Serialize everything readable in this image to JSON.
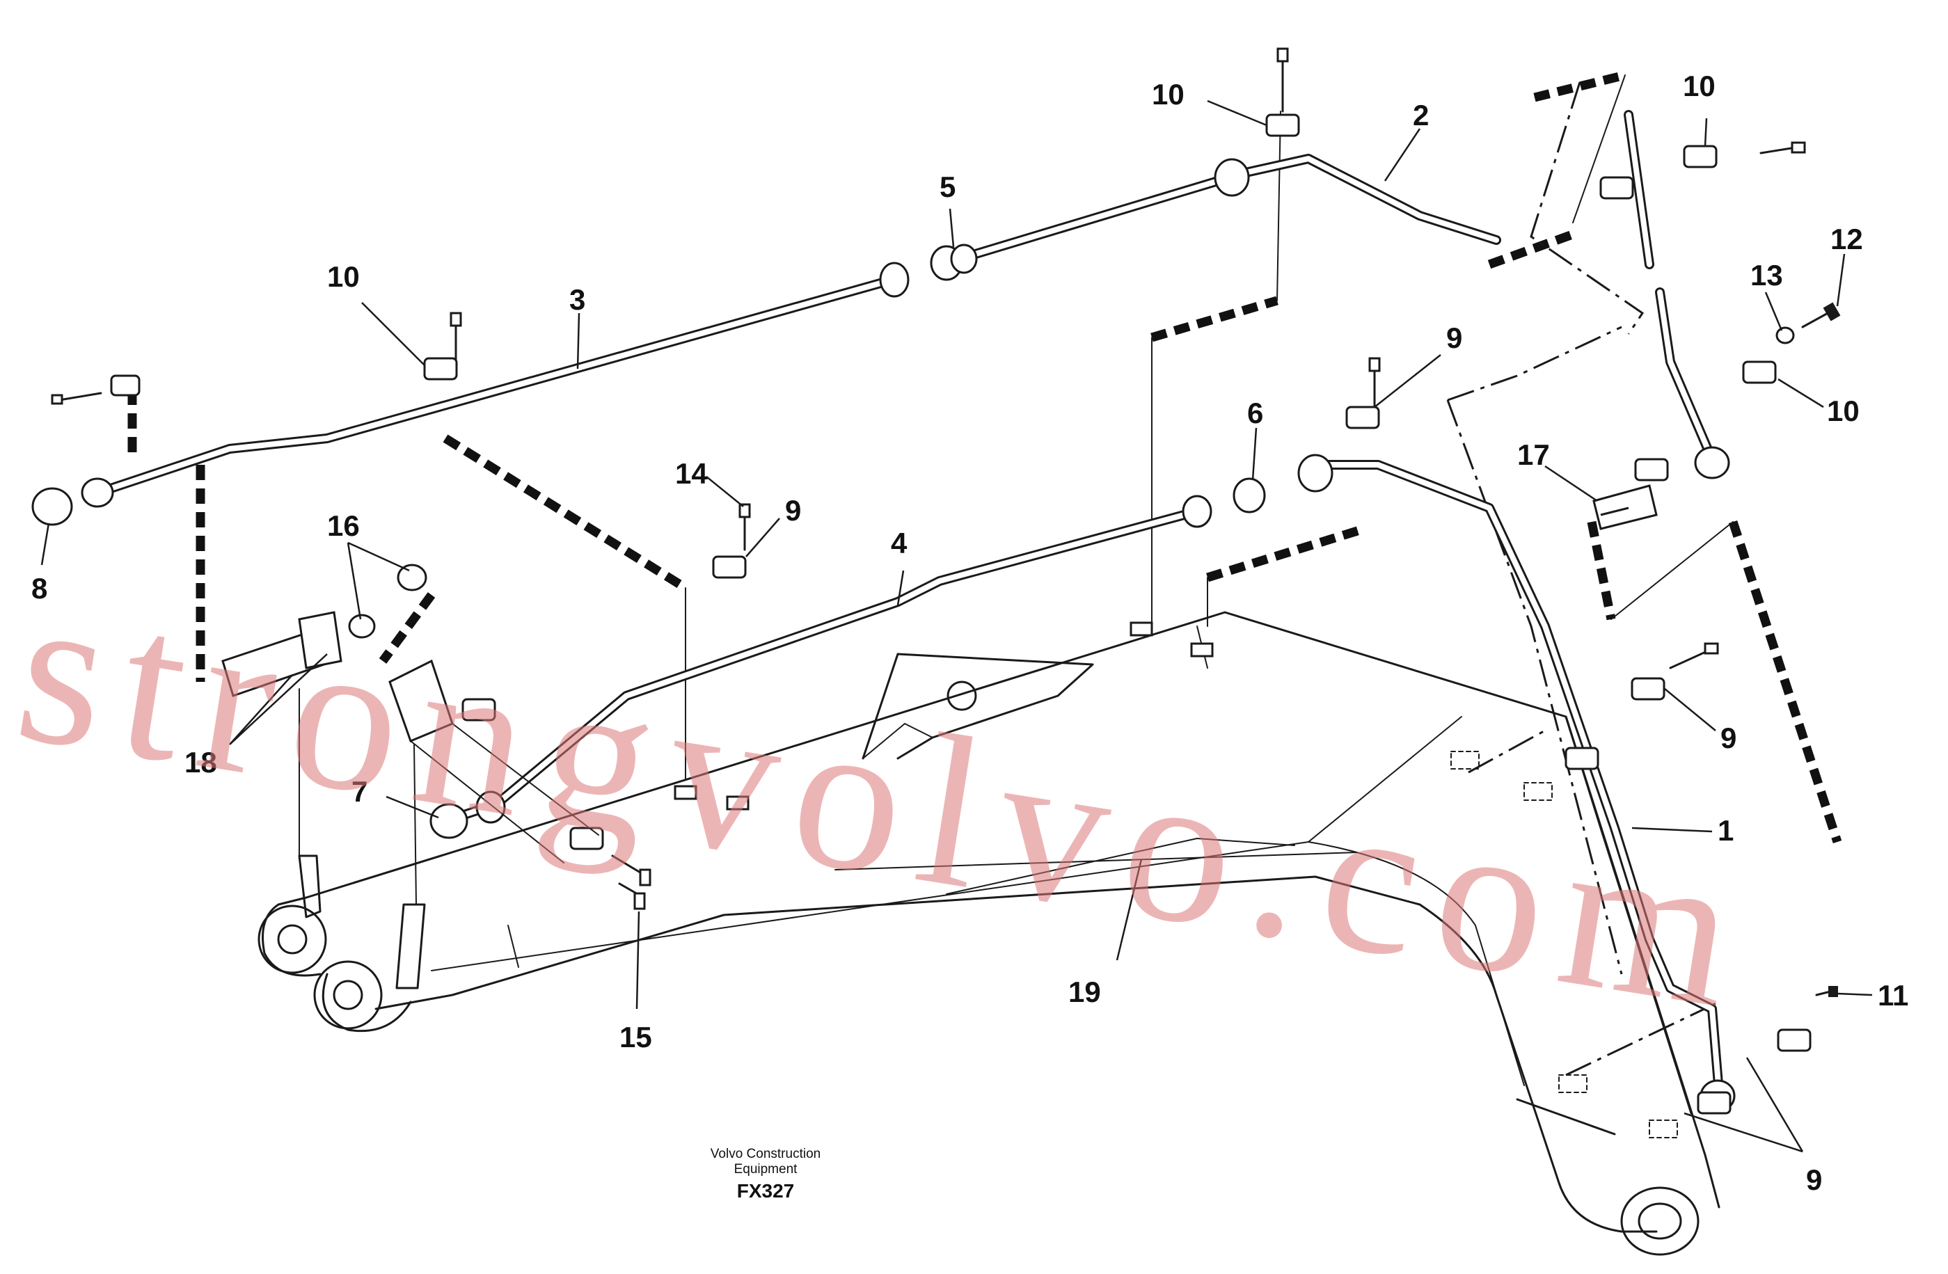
{
  "callouts": [
    {
      "label": "1"
    },
    {
      "label": "2"
    },
    {
      "label": "3"
    },
    {
      "label": "4"
    },
    {
      "label": "5"
    },
    {
      "label": "6"
    },
    {
      "label": "7"
    },
    {
      "label": "8"
    },
    {
      "label": "9"
    },
    {
      "label": "9"
    },
    {
      "label": "9"
    },
    {
      "label": "9"
    },
    {
      "label": "10"
    },
    {
      "label": "10"
    },
    {
      "label": "10"
    },
    {
      "label": "10"
    },
    {
      "label": "11"
    },
    {
      "label": "12"
    },
    {
      "label": "13"
    },
    {
      "label": "14"
    },
    {
      "label": "15"
    },
    {
      "label": "16"
    },
    {
      "label": "17"
    },
    {
      "label": "18"
    },
    {
      "label": "19"
    }
  ],
  "watermark": "strongvolvo.com",
  "credit": {
    "line1": "Volvo Construction",
    "line2": "Equipment",
    "code": "FX327"
  },
  "colors": {
    "line": "#1a1a1a",
    "watermark": "#dc7878",
    "background": "#ffffff"
  }
}
